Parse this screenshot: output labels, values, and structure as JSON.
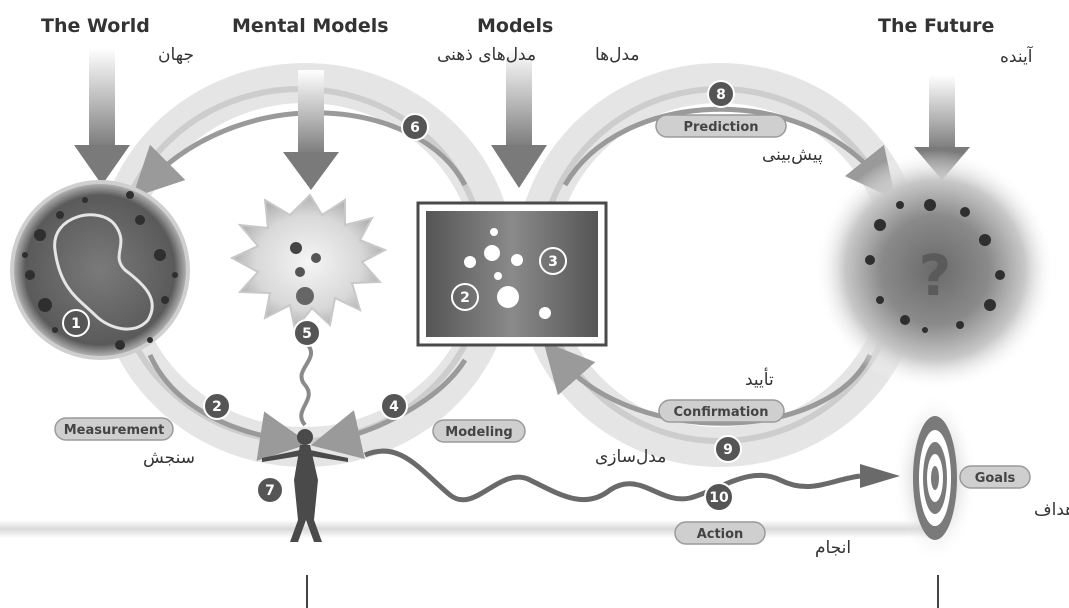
{
  "headers": {
    "world": {
      "en": "The World",
      "fa": "جهان"
    },
    "mental_models": {
      "en": "Mental Models",
      "fa": "مدل‌های ذهنی"
    },
    "models": {
      "en": "Models",
      "fa": "مدل‌ها"
    },
    "future": {
      "en": "The Future",
      "fa": "آینده"
    }
  },
  "labels": {
    "prediction": {
      "en": "Prediction",
      "fa": "پیش‌بینی"
    },
    "confirmation": {
      "en": "Confirmation",
      "fa": "تأیید"
    },
    "measurement": {
      "en": "Measurement",
      "fa": "سنجش"
    },
    "modeling": {
      "en": "Modeling",
      "fa": "مدل‌سازی"
    },
    "action": {
      "en": "Action",
      "fa": "انجام"
    },
    "goals": {
      "en": "Goals",
      "fa": "اهداف"
    }
  },
  "markers": {
    "m1": "1",
    "m2a": "2",
    "m2b": "2",
    "m3": "3",
    "m4": "4",
    "m5": "5",
    "m6": "6",
    "m7": "7",
    "m8": "8",
    "m9": "9",
    "m10": "10"
  },
  "future_symbol": "?"
}
